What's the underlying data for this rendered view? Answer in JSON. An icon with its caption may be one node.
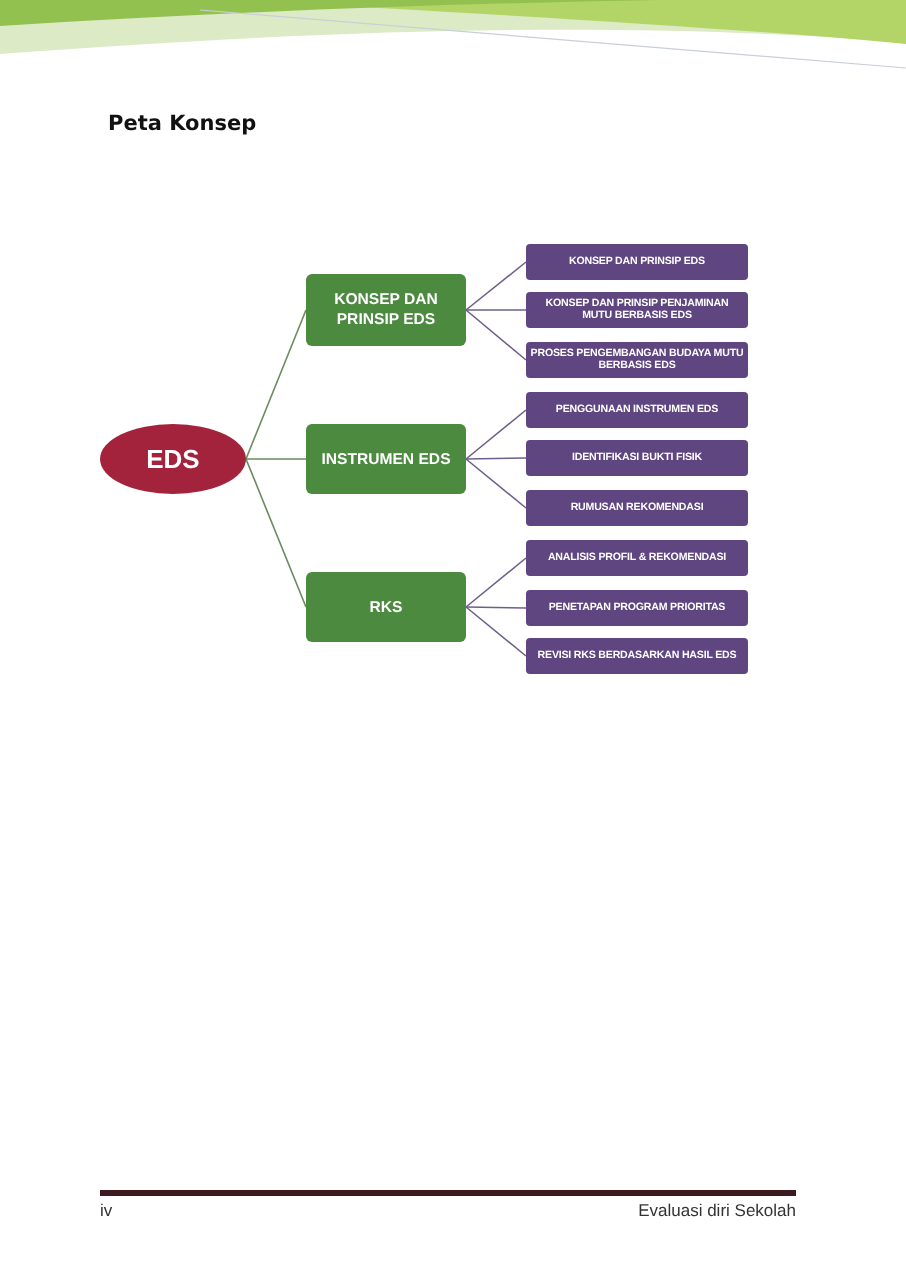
{
  "diagram": {
    "title": "Peta Konsep",
    "nodes": [
      {
        "text": [
          "EDS"
        ]
      },
      {
        "text": [
          "KONSEP DAN PRINSIP EDS"
        ]
      },
      {
        "text": [
          "INSTRUMEN EDS"
        ]
      },
      {
        "text": [
          "RKS"
        ]
      },
      {
        "text": [
          "KONSEP DAN PRINSIP EDS"
        ]
      },
      {
        "text": [
          "KONSEP DAN PRINSIP PENJAMINAN MUTU BERBASIS EDS"
        ]
      },
      {
        "text": [
          "PROSES PENGEMBANGAN BUDAYA MUTU BERBASIS EDS"
        ]
      },
      {
        "text": [
          "PENGGUNAAN INSTRUMEN EDS"
        ]
      },
      {
        "text": [
          "IDENTIFIKASI BUKTI FISIK"
        ]
      },
      {
        "text": [
          "RUMUSAN REKOMENDASI"
        ]
      },
      {
        "text": [
          "ANALISIS PROFIL & REKOMENDASI"
        ]
      },
      {
        "text": [
          "PENETAPAN PROGRAM PRIORITAS"
        ]
      },
      {
        "text": [
          "REVISI RKS BERDASARKAN HASIL EDS"
        ]
      }
    ],
    "edges": [
      {
        "from": 0,
        "to": 1,
        "arrow": "none",
        "color": "#6b8a5e"
      },
      {
        "from": 0,
        "to": 2,
        "arrow": "none",
        "color": "#6b8a5e"
      },
      {
        "from": 0,
        "to": 3,
        "arrow": "none",
        "color": "#6b8a5e"
      },
      {
        "from": 1,
        "to": 4,
        "arrow": "none"
      },
      {
        "from": 1,
        "to": 5,
        "arrow": "none"
      },
      {
        "from": 1,
        "to": 6,
        "arrow": "none"
      },
      {
        "from": 2,
        "to": 7,
        "arrow": "none"
      },
      {
        "from": 2,
        "to": 8,
        "arrow": "none"
      },
      {
        "from": 2,
        "to": 9,
        "arrow": "none"
      },
      {
        "from": 3,
        "to": 10,
        "arrow": "none"
      },
      {
        "from": 3,
        "to": 11,
        "arrow": "none"
      },
      {
        "from": 3,
        "to": 12,
        "arrow": "none"
      }
    ],
    "labels": [
      "iv",
      "Evaluasi diri Sekolah"
    ]
  }
}
